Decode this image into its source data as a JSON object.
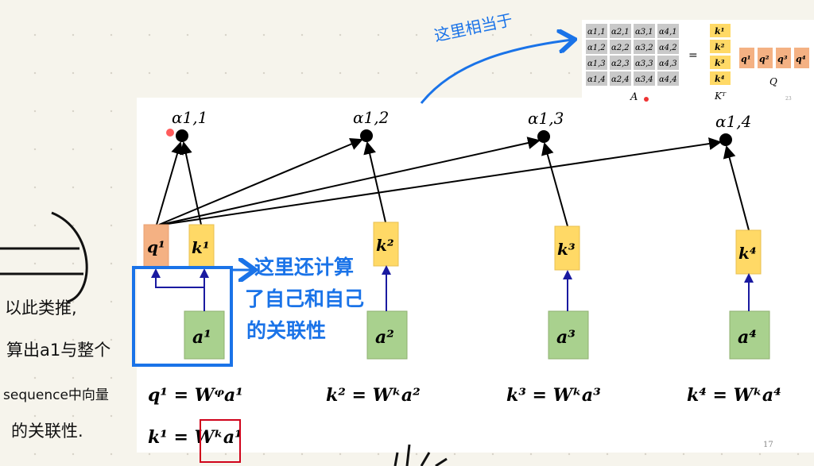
{
  "slide": {
    "alphas": [
      "α1,1",
      "α1,2",
      "α1,3",
      "α1,4"
    ],
    "q1": "q¹",
    "keys": [
      "k¹",
      "k²",
      "k³",
      "k⁴"
    ],
    "inputs": [
      "a¹",
      "a²",
      "a³",
      "a⁴"
    ],
    "equations": [
      "q¹ = Wᵠa¹",
      "k² = Wᵏa²",
      "k³ = Wᵏa³",
      "k⁴ = Wᵏa⁴",
      "k¹ = Wᵏa¹"
    ],
    "page_number": "17"
  },
  "inset": {
    "matrix": [
      [
        "α1,1",
        "α2,1",
        "α3,1",
        "α4,1"
      ],
      [
        "α1,2",
        "α2,2",
        "α3,2",
        "α4,2"
      ],
      [
        "α1,3",
        "α2,3",
        "α3,3",
        "α4,3"
      ],
      [
        "α1,4",
        "α2,4",
        "α3,4",
        "α4,4"
      ]
    ],
    "equals": "=",
    "kt": [
      "k¹",
      "k²",
      "k³",
      "k⁴"
    ],
    "q": [
      "q¹",
      "q²",
      "q³",
      "q⁴"
    ],
    "label_a": "A",
    "label_kt": "Kᵀ",
    "label_q": "Q",
    "page_number": "23"
  },
  "annotations": {
    "top": "这里相当于",
    "blue": [
      "这里还计算",
      "了自己和自己",
      "的关联性"
    ],
    "left": [
      "以此类推,",
      "算出a1与整个",
      "sequence中向量",
      "的关联性."
    ]
  },
  "colors": {
    "query": "#f4b183",
    "key": "#ffd966",
    "input": "#a9d18e",
    "pen_blue": "#1a73e8",
    "pen_red": "#d0021b"
  }
}
